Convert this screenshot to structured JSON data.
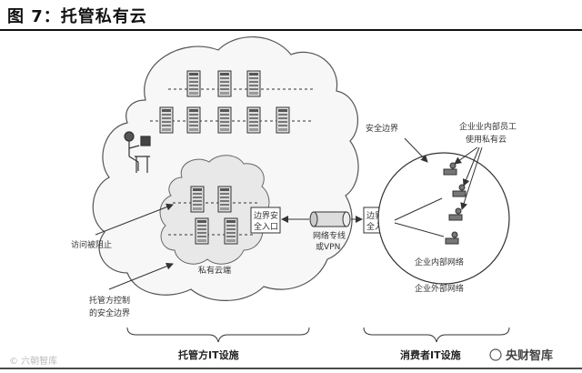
{
  "header": {
    "title": "图 7：托管私有云"
  },
  "diagram": {
    "private_cloud_label": "私有云端",
    "access_blocked_label": "访问被阻止",
    "hosting_boundary_label_line1": "托管方控制",
    "hosting_boundary_label_line2": "的安全边界",
    "secure_entry_left_line1": "边界安",
    "secure_entry_left_line2": "全入口",
    "secure_entry_right_line1": "边界安",
    "secure_entry_right_line2": "全入口",
    "network_line1": "网络专线",
    "network_line2": "或VPN",
    "security_boundary_label": "安全边界",
    "employees_line1": "企业业内部员工",
    "employees_line2": "使用私有云",
    "internal_network_label": "企业内部网络",
    "external_network_label": "企业外部网络",
    "hosting_it_label": "托管方IT设施",
    "consumer_it_label": "消费者IT设施"
  },
  "watermark": {
    "left": "© 六朝智库",
    "right_logo": "央财智库"
  }
}
